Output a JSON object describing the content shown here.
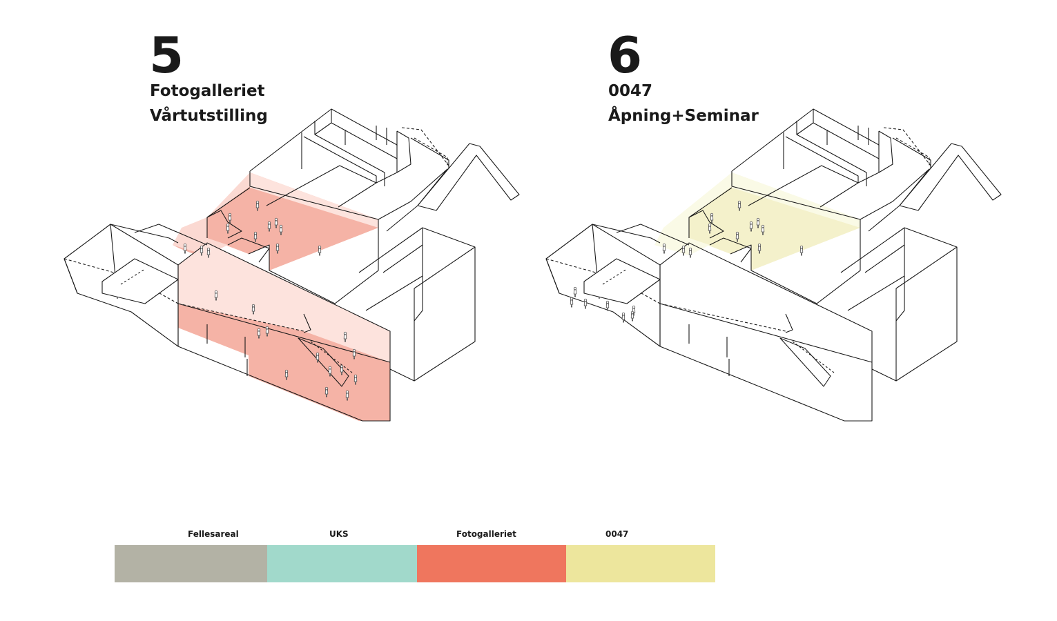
{
  "panels": [
    {
      "number": "5",
      "line1": "Fotogalleriet",
      "line2": "Vårtutstilling",
      "highlight": "Fotogalleriet"
    },
    {
      "number": "6",
      "line1": "0047",
      "line2": "Åpning+Seminar",
      "highlight": "0047"
    }
  ],
  "legend": [
    {
      "label": "Fellesareal",
      "color": "#b3b2a5"
    },
    {
      "label": "UKS",
      "color": "#a1d9cb"
    },
    {
      "label": "Fotogalleriet",
      "color": "#ef765e"
    },
    {
      "label": "0047",
      "color": "#ede69d"
    }
  ]
}
